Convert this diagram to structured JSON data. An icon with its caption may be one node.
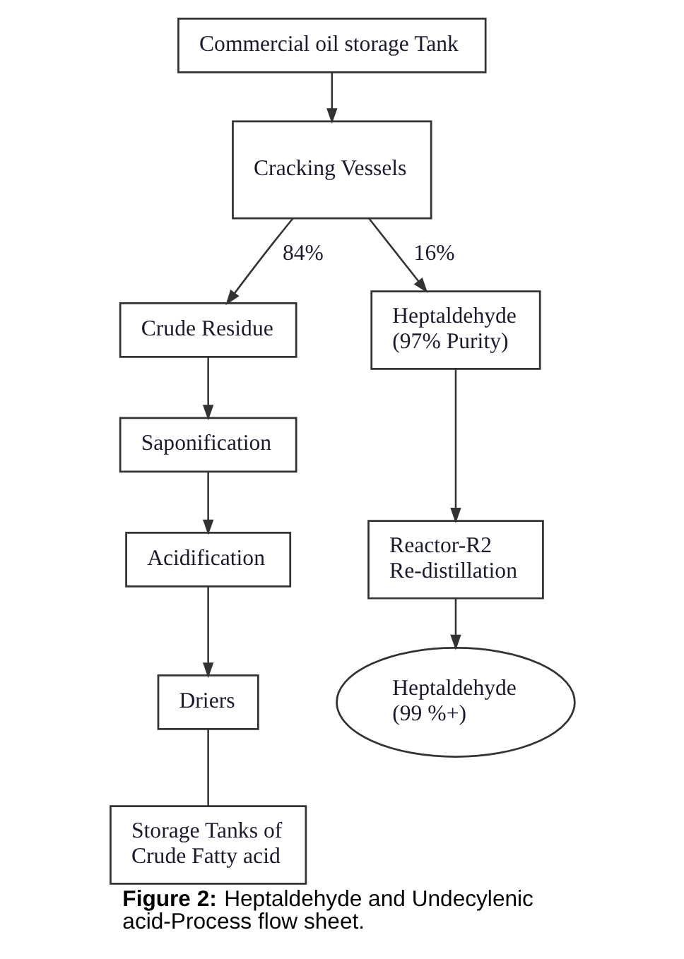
{
  "diagram": {
    "caption": "**Figure 2:** Heptaldehyde and Undecylenic acid-Process flow sheet.",
    "nodes": [
      {
        "text": [
          "Commercial oil storage Tank"
        ]
      },
      {
        "text": [
          "Cracking Vessels"
        ]
      },
      {
        "text": [
          "Crude Residue"
        ]
      },
      {
        "text": [
          "Heptaldehyde (97% Purity)"
        ]
      },
      {
        "text": [
          "Saponification"
        ]
      },
      {
        "text": [
          "Acidification"
        ]
      },
      {
        "text": [
          "Reactor-R2 Re-distillation"
        ]
      },
      {
        "text": [
          "Driers"
        ]
      },
      {
        "text": [
          "Heptaldehyde (99 %+)"
        ]
      },
      {
        "text": [
          "Storage Tanks of Crude Fatty acid"
        ]
      }
    ],
    "edges": [
      {
        "from": 0,
        "to": 1,
        "arrow": "to"
      },
      {
        "from": 1,
        "to": 2,
        "arrow": "to",
        "label": "84%"
      },
      {
        "from": 1,
        "to": 3,
        "arrow": "to",
        "label": "16%"
      },
      {
        "from": 2,
        "to": 4,
        "arrow": "to"
      },
      {
        "from": 4,
        "to": 5,
        "arrow": "to"
      },
      {
        "from": 5,
        "to": 7,
        "arrow": "to"
      },
      {
        "from": 7,
        "to": 9,
        "arrow": "none"
      },
      {
        "from": 3,
        "to": 6,
        "arrow": "to"
      },
      {
        "from": 6,
        "to": 8,
        "arrow": "to"
      }
    ]
  }
}
